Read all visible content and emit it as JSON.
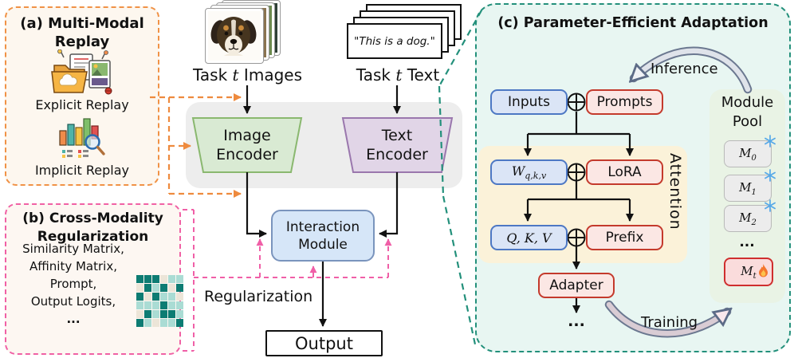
{
  "panel_a": {
    "title_lines": [
      "(a) Multi-Modal",
      "Replay"
    ],
    "items": [
      {
        "icon": "explicit-replay-icon",
        "label": "Explicit Replay"
      },
      {
        "icon": "implicit-replay-icon",
        "label": "Implicit Replay"
      }
    ]
  },
  "panel_b": {
    "title_lines": [
      "(b) Cross-Modality",
      "Regularization"
    ],
    "lines": [
      "Similarity Matrix,",
      "Affinity Matrix,",
      "Prompt,",
      "Output Logits,",
      "..."
    ],
    "matrix": {
      "rows": 6,
      "cols": 6,
      "palette": {
        "0": "#ece5d8",
        "1": "#aadcd4",
        "2": "#4fb3a8",
        "3": "#0d7c73"
      },
      "pattern": [
        3,
        3,
        3,
        0,
        1,
        1,
        0,
        3,
        1,
        3,
        0,
        3,
        3,
        0,
        3,
        1,
        1,
        0,
        1,
        1,
        1,
        3,
        1,
        1,
        0,
        3,
        1,
        3,
        3,
        1,
        3,
        1,
        0,
        1,
        1,
        3
      ]
    }
  },
  "pipeline": {
    "task_images_label": {
      "pre": "Task ",
      "var": "t",
      "post": " Images"
    },
    "task_text_label": {
      "pre": "Task ",
      "var": "t",
      "post": " Text"
    },
    "text_sample": "\"This is a dog.\"",
    "image_encoder_lines": [
      "Image",
      "Encoder"
    ],
    "text_encoder_lines": [
      "Text",
      "Encoder"
    ],
    "interaction_lines": [
      "Interaction",
      "Module"
    ],
    "output_label": "Output",
    "regularization_label": "Regularization"
  },
  "panel_c": {
    "title": "(c) Parameter-Efficient Adaptation",
    "inference_label": "Inference",
    "training_label": "Training",
    "attention_label": "Attention",
    "inputs_label": "Inputs",
    "prompts_label": "Prompts",
    "wqkv": {
      "base": "W",
      "sub": "q,k,v"
    },
    "lora_label": "LoRA",
    "qkv_label": "Q, K, V",
    "prefix_label": "Prefix",
    "adapter_label": "Adapter",
    "ellipsis": "...",
    "module_pool": {
      "title_lines": [
        "Module",
        "Pool"
      ],
      "modules": [
        {
          "base": "M",
          "sub": "0",
          "state": "frozen"
        },
        {
          "base": "M",
          "sub": "1",
          "state": "frozen"
        },
        {
          "base": "M",
          "sub": "2",
          "state": "frozen"
        },
        {
          "base": "M",
          "sub": "t",
          "state": "trainable"
        }
      ],
      "ellipsis": "..."
    }
  },
  "colors": {
    "replay_accent": "#f09246",
    "regularization_accent": "#f061a5",
    "adaptation_accent": "#23907b",
    "image_encoder_fill": "#d9ead3",
    "text_encoder_fill": "#e1d5e7",
    "interaction_fill": "#d6e6f8",
    "blue_box_fill": "#dbe5f6",
    "red_box_fill": "#fbe7e4",
    "attention_fill": "#fbf2d9",
    "module_pool_fill": "#e9f3e5"
  }
}
